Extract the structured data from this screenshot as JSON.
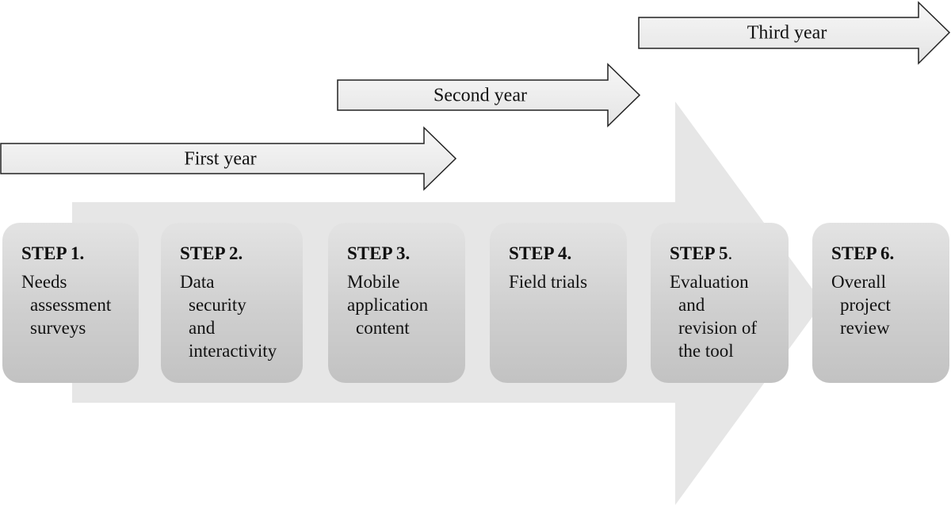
{
  "years": {
    "first": "First year",
    "second": "Second year",
    "third": "Third year"
  },
  "steps": [
    {
      "title": "STEP 1.",
      "lines": [
        "Needs",
        "assessment",
        "surveys"
      ]
    },
    {
      "title": "STEP 2.",
      "lines": [
        "Data",
        "security",
        "and",
        "interactivity"
      ]
    },
    {
      "title": "STEP 3.",
      "lines": [
        "Mobile",
        "application",
        "content"
      ]
    },
    {
      "title": "STEP 4.",
      "lines": [
        "Field trials"
      ]
    },
    {
      "title": "STEP 5",
      "title_suffix": ".",
      "lines": [
        "Evaluation",
        "and",
        "revision of",
        "the tool"
      ]
    },
    {
      "title": "STEP 6.",
      "lines": [
        "Overall",
        "project",
        "review"
      ]
    }
  ],
  "colors": {
    "big_arrow": "#e6e6e6",
    "year_arrow_fill": "#efefef",
    "box_top": "#e3e3e3",
    "box_bottom": "#c2c2c2",
    "text": "#111111"
  }
}
